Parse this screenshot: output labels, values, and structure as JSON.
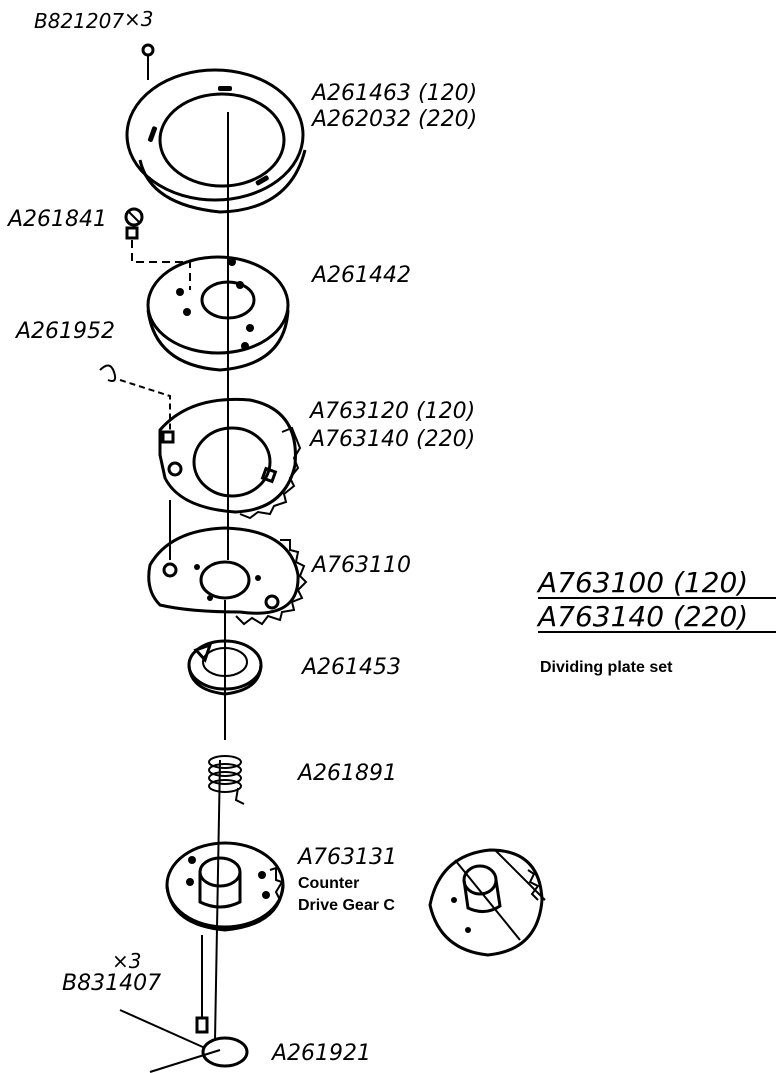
{
  "labels": {
    "screw_top": "B821207",
    "screw_top_qty": "×3",
    "ring_120": "A261463 (120)",
    "ring_220": "A262032 (220)",
    "screw_side": "A261841",
    "hub": "A261442",
    "clip": "A261952",
    "plate_120": "A763120 (120)",
    "plate_220": "A763140 (220)",
    "gear": "A763110",
    "cam": "A261453",
    "spring": "A261891",
    "counter_gear": "A763131",
    "counter_gear_name_1": "Counter",
    "counter_gear_name_2": "Drive Gear C",
    "screw_bottom_qty": "×3",
    "screw_bottom": "B831407",
    "washer": "A261921"
  },
  "set": {
    "line_1": "A763100 (120)",
    "line_2": "A763140 (220)",
    "description": "Dividing plate set"
  }
}
